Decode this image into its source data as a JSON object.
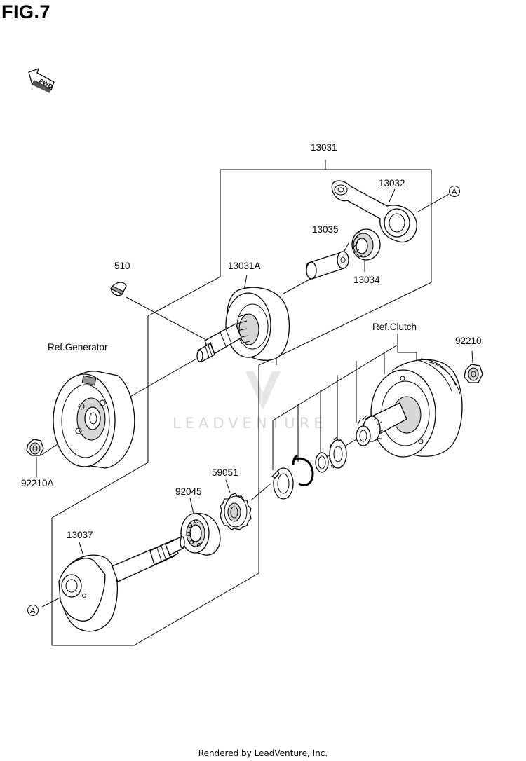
{
  "figure": {
    "title": "FIG.7"
  },
  "direction_indicator": {
    "text": "FWD"
  },
  "watermark": {
    "text": "LEADVENTURE"
  },
  "parts": {
    "p13031": "13031",
    "p13032": "13032",
    "p13035": "13035",
    "p13034": "13034",
    "p13031A": "13031A",
    "p510": "510",
    "ref_generator": "Ref.Generator",
    "ref_clutch": "Ref.Clutch",
    "p92210": "92210",
    "p92210A": "92210A",
    "p59051": "59051",
    "p92045": "92045",
    "p13037": "13037"
  },
  "callouts": {
    "a_top": "A",
    "a_bottom": "A"
  },
  "footer": {
    "text": "Rendered by LeadVenture, Inc."
  }
}
